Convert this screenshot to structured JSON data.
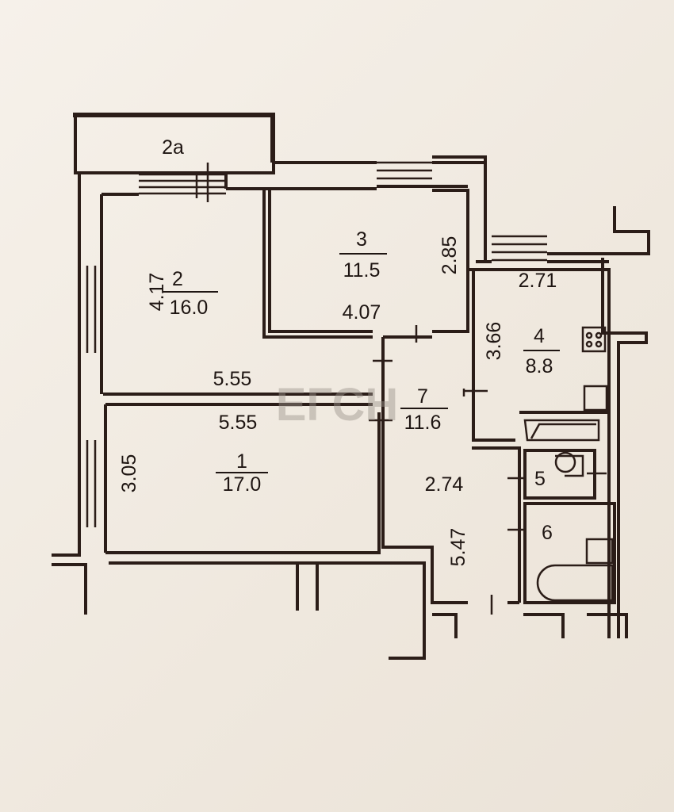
{
  "watermark": "ЕГСН",
  "rooms": [
    {
      "id": "2a",
      "label": "2а"
    },
    {
      "id": "2",
      "number": "2",
      "area": "16.0",
      "dims": [
        "4.17",
        "5.55"
      ]
    },
    {
      "id": "3",
      "number": "3",
      "area": "11.5",
      "dims": [
        "2.85",
        "4.07"
      ]
    },
    {
      "id": "1",
      "number": "1",
      "area": "17.0",
      "dims": [
        "5.55",
        "3.05"
      ]
    },
    {
      "id": "7",
      "number": "7",
      "area": "11.6",
      "dims": [
        "2.74",
        "5.47"
      ]
    },
    {
      "id": "4",
      "number": "4",
      "area": "8.8",
      "dims": [
        "2.71",
        "3.66"
      ]
    },
    {
      "id": "5",
      "number": "5"
    },
    {
      "id": "6",
      "number": "6"
    }
  ]
}
